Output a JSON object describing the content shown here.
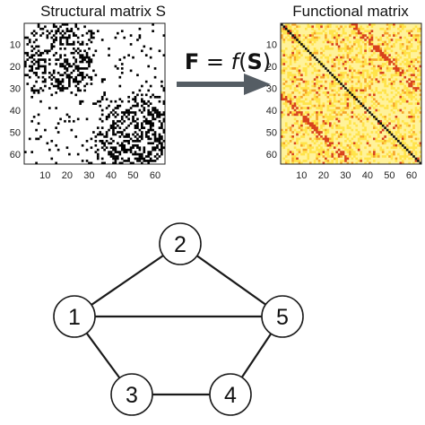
{
  "structural_title": "Structural matrix S",
  "functional_title": "Functional matrix",
  "equation": {
    "lhs": "F",
    "eq": " = ",
    "fn": "f",
    "open": "(",
    "arg": "S",
    "close": ")"
  },
  "axis_ticks": [
    "10",
    "20",
    "30",
    "40",
    "50",
    "60"
  ],
  "colors": {
    "matrix_fill": "#000000",
    "arrow": "#555d64",
    "functional_bg": "#fff29a",
    "functional_light": "#ffe34a",
    "functional_mid": "#f6a428",
    "functional_dark": "#d8411c",
    "diagonal": "#101010",
    "node_stroke": "#1a1a1a",
    "edge": "#1a1a1a"
  },
  "graph": {
    "nodes": [
      {
        "id": "1",
        "label": "1"
      },
      {
        "id": "2",
        "label": "2"
      },
      {
        "id": "3",
        "label": "3"
      },
      {
        "id": "4",
        "label": "4"
      },
      {
        "id": "5",
        "label": "5"
      }
    ],
    "edges": [
      [
        "1",
        "2"
      ],
      [
        "1",
        "5"
      ],
      [
        "1",
        "3"
      ],
      [
        "2",
        "5"
      ],
      [
        "5",
        "4"
      ],
      [
        "3",
        "4"
      ]
    ]
  }
}
